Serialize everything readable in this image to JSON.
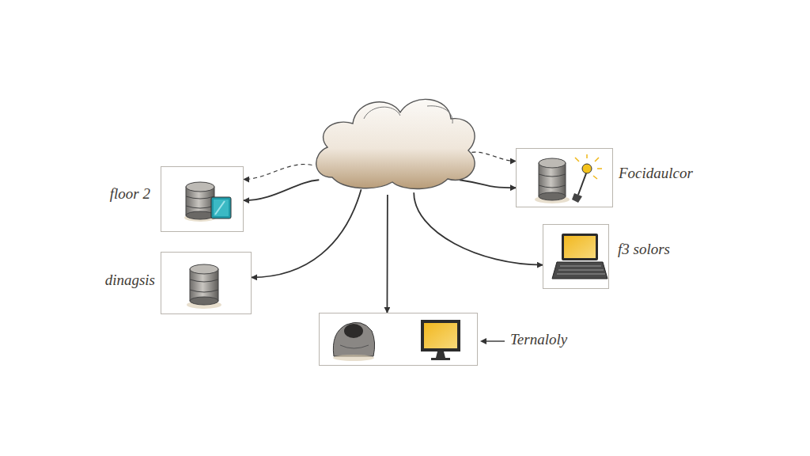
{
  "diagram": {
    "nodes": [
      {
        "text": []
      },
      {
        "text": [
          "Focidaulcor"
        ]
      },
      {
        "text": [
          "floor 2"
        ]
      },
      {
        "text": [
          "f3 solors"
        ]
      },
      {
        "text": [
          "dinagsis"
        ]
      },
      {
        "text": [
          "Ternaloly"
        ]
      }
    ],
    "edges": [
      {
        "from": 0,
        "to": 1,
        "arrow": "to"
      },
      {
        "from": 0,
        "to": 1,
        "arrow": "to"
      },
      {
        "from": 0,
        "to": 2,
        "arrow": "to"
      },
      {
        "from": 0,
        "to": 2,
        "arrow": "to"
      },
      {
        "from": 0,
        "to": 3,
        "arrow": "to"
      },
      {
        "from": 0,
        "to": 4,
        "arrow": "to"
      },
      {
        "from": 0,
        "to": 5,
        "arrow": "to"
      }
    ]
  }
}
